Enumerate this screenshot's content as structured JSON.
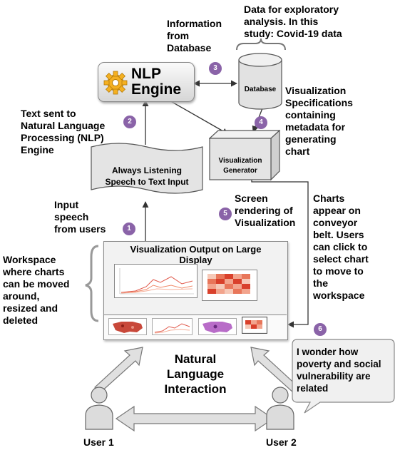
{
  "labels": {
    "info_db": "Information\nfrom\nDatabase",
    "data_exploratory": "Data for exploratory\nanalysis. In this\nstudy: Covid-19 data",
    "nlp_title": "NLP",
    "nlp_sub": "Engine",
    "database": "Database",
    "vis_spec": "Visualization\nSpecifications\ncontaining\nmetadata for\ngenerating\nchart",
    "text_sent": "Text sent to\nNatural Language\nProcessing (NLP)\nEngine",
    "listen_line1": "Always Listening",
    "listen_line2": "Speech to Text Input",
    "vis_gen_line1": "Visualization",
    "vis_gen_line2": "Generator",
    "screen_render": "Screen\nrendering of\nVisualization",
    "charts_appear": "Charts\nappear on\nconveyor\nbelt. Users\ncan click to\nselect chart\nto move to\nthe\nworkspace",
    "input_speech": "Input\nspeech\nfrom users",
    "workspace": "Workspace\nwhere charts\ncan be moved\naround,\nresized and\ndeleted",
    "display_title": "Visualization Output on Large\nDisplay",
    "nli": "Natural\nLanguage\nInteraction",
    "speech_bubble": "I wonder how\npoverty and social\nvulnerability are\nrelated",
    "user1": "User 1",
    "user2": "User 2"
  },
  "badges": [
    "1",
    "2",
    "3",
    "4",
    "5",
    "6"
  ],
  "colors": {
    "badge": "#8a63a8",
    "arrow": "#555555",
    "box_fill": "#e6e6e6",
    "heatmap": "#d9402b",
    "line_chart": "#e0584a"
  }
}
